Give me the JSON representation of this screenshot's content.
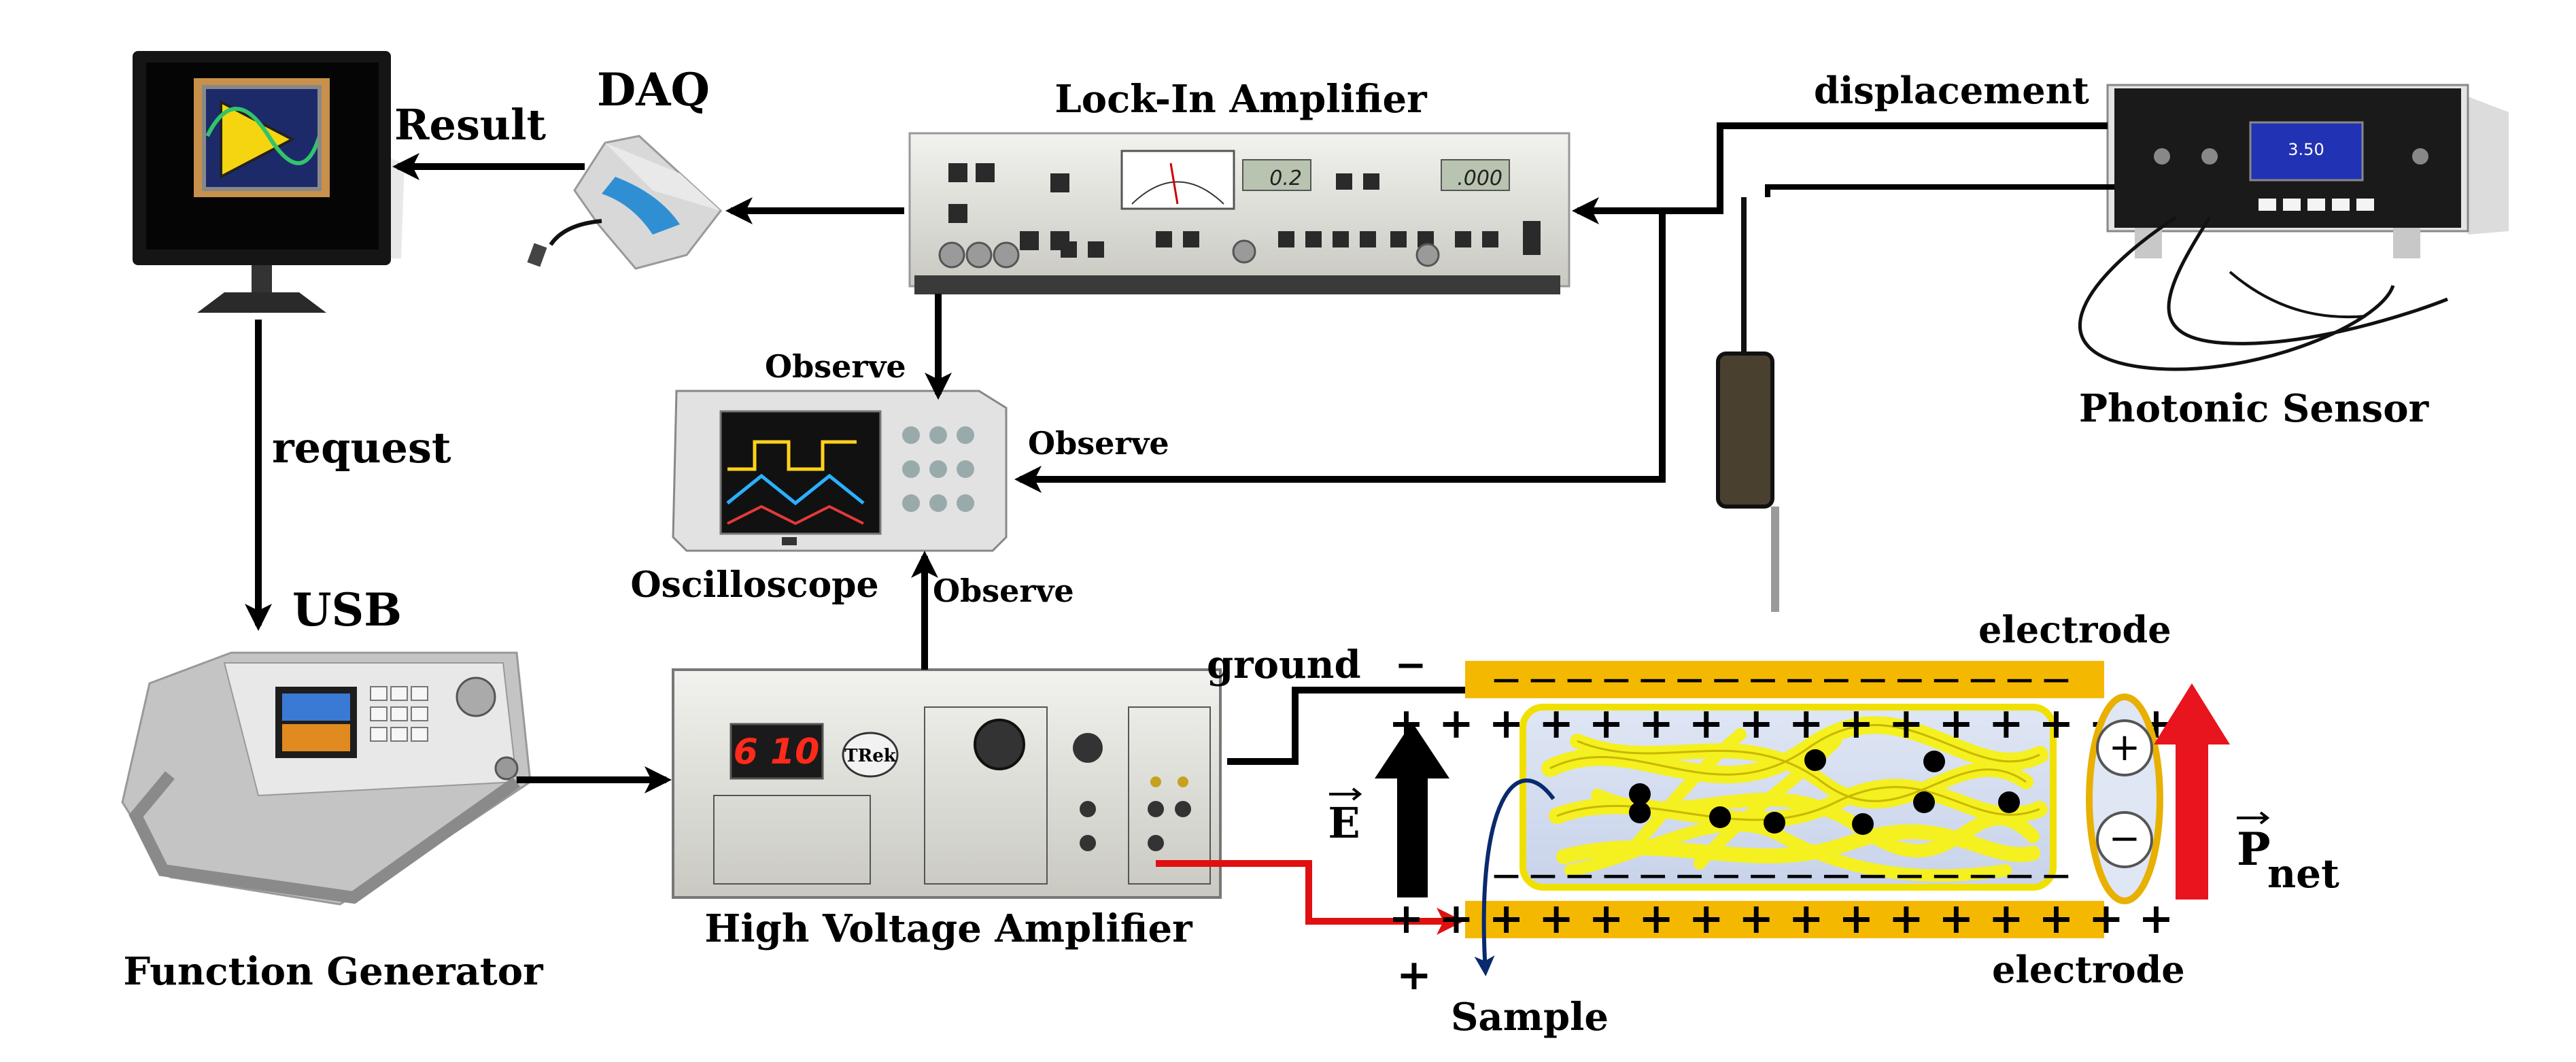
{
  "labels": {
    "result": "Result",
    "daq": "DAQ",
    "lock_in": "Lock-In Amplifier",
    "displacement": "displacement",
    "photonic_sensor": "Photonic Sensor",
    "observe_top": "Observe",
    "observe_right": "Observe",
    "observe_bottom": "Observe",
    "oscilloscope": "Oscilloscope",
    "request": "request",
    "usb": "USB",
    "function_generator": "Function Generator",
    "high_voltage_amplifier": "High Voltage Amplifier",
    "ground": "ground",
    "minus_sign": "−",
    "electrode_top": "electrode",
    "electrode_bottom": "electrode",
    "e_field": "E",
    "p_net_main": "P",
    "p_net_sub": "net",
    "plus_sign": "+",
    "sample": "Sample"
  },
  "electrode": {
    "top_plus_row": "+ + + + + + + + + + + + + + + +",
    "top_dash_row": "— — — — — — — — — — — — — — — —",
    "bottom_dash_row": "— — — — — — — — — — — — — — — —",
    "bottom_plus_row": "+ + + + + + + + + + + + + + + +",
    "dipole_plus": "+",
    "dipole_minus": "−"
  },
  "displays": {
    "lock_in_left": "0.2",
    "lock_in_right": ".000",
    "hv_amp": "6 10",
    "hv_brand": "TRek",
    "sensor": "3.50"
  },
  "colors": {
    "electrode": "#f5b800",
    "fibers": "#f5f020",
    "e_arrow": "#000000",
    "p_arrow": "#e8141e",
    "red_wire": "#e01010",
    "probe_wire": "#0a2a6e"
  }
}
